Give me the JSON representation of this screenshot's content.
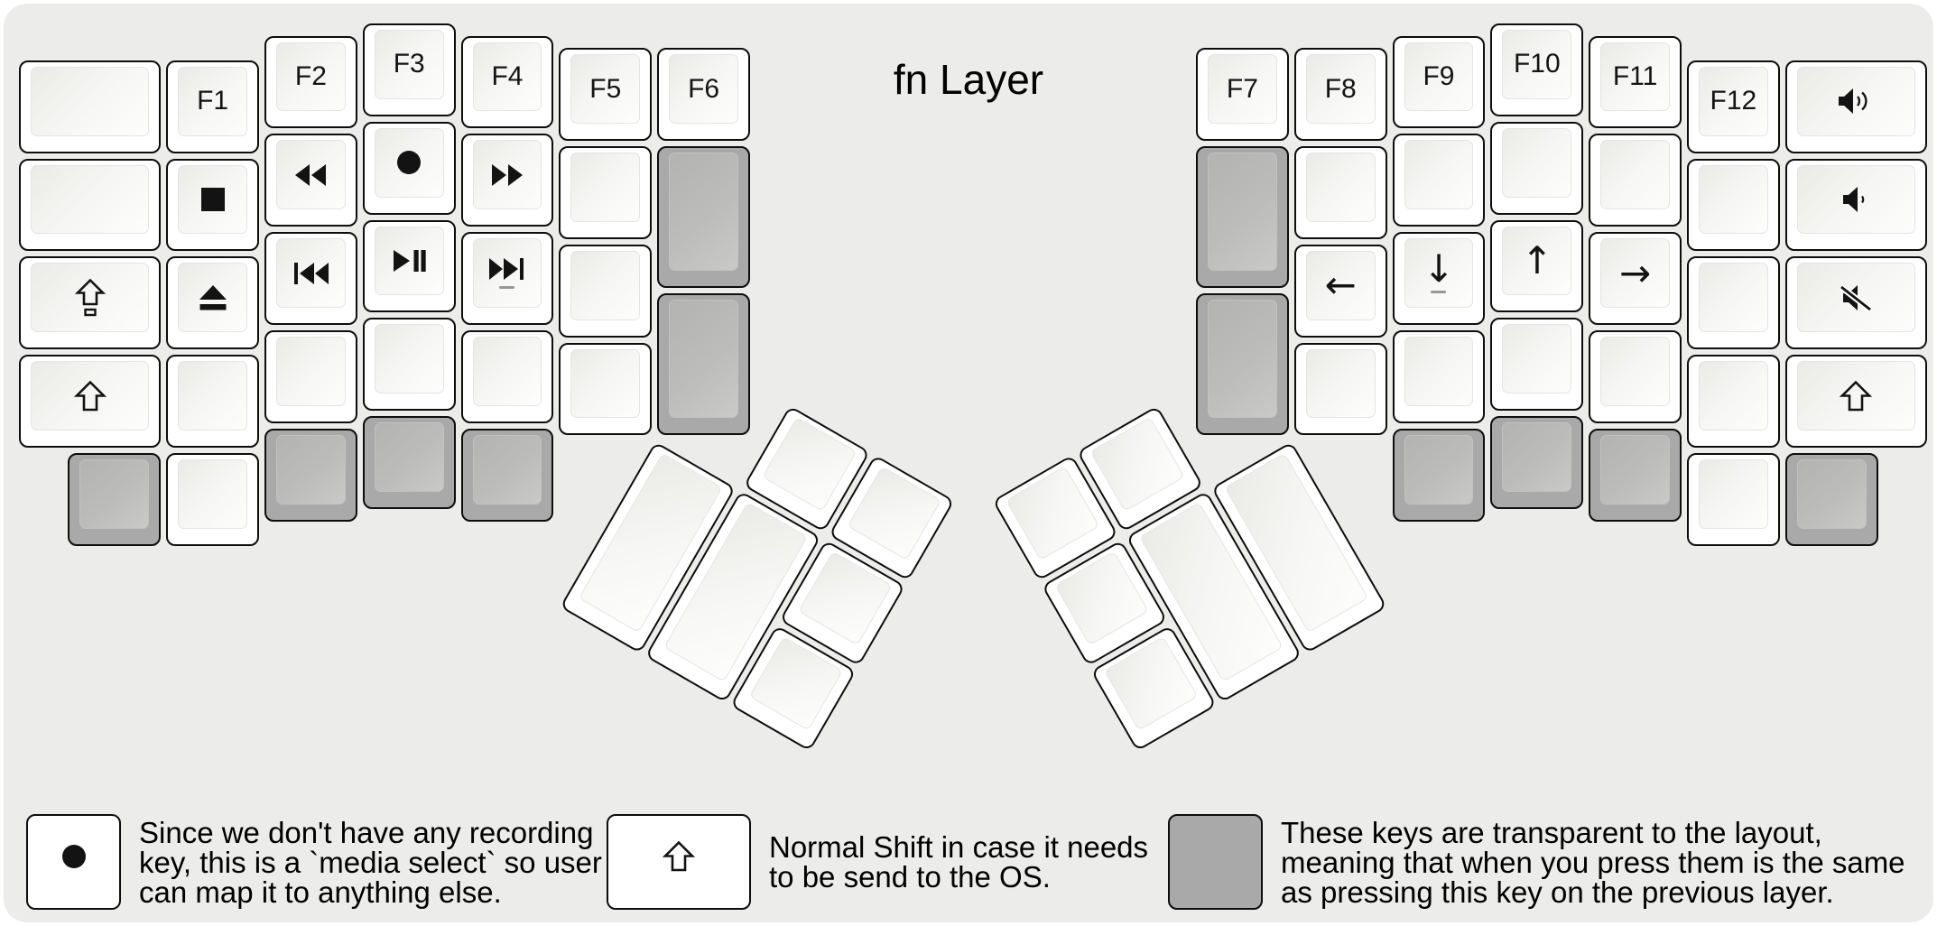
{
  "title": "fn Layer",
  "colors": {
    "canvas_background": "#ececeb",
    "key_white": "#ffffff",
    "key_transparent_gray": "#a9a9a9",
    "key_border": "#0d0d0d",
    "text": "#000000"
  },
  "keys": [
    {
      "id": "L00",
      "name": "key-blank",
      "color": "white"
    },
    {
      "id": "L01",
      "name": "key-blank",
      "color": "white"
    },
    {
      "id": "L02",
      "name": "key-caps-lock",
      "color": "white",
      "icon": "caps-lock-icon"
    },
    {
      "id": "L03",
      "name": "key-shift-left",
      "color": "white",
      "icon": "shift-icon"
    },
    {
      "id": "L10",
      "name": "key-f1",
      "color": "white",
      "label": "F1"
    },
    {
      "id": "L11",
      "name": "key-stop",
      "color": "white",
      "icon": "stop-icon"
    },
    {
      "id": "L12",
      "name": "key-eject",
      "color": "white",
      "icon": "eject-icon"
    },
    {
      "id": "L13",
      "name": "key-blank",
      "color": "white"
    },
    {
      "id": "L20",
      "name": "key-f2",
      "color": "white",
      "label": "F2"
    },
    {
      "id": "L21",
      "name": "key-rewind",
      "color": "white",
      "icon": "rewind-icon"
    },
    {
      "id": "L22",
      "name": "key-prev-track",
      "color": "white",
      "icon": "prev-track-icon"
    },
    {
      "id": "L23",
      "name": "key-blank",
      "color": "white"
    },
    {
      "id": "L30",
      "name": "key-f3",
      "color": "white",
      "label": "F3"
    },
    {
      "id": "L31",
      "name": "key-record",
      "color": "white",
      "icon": "record-icon"
    },
    {
      "id": "L32",
      "name": "key-play-pause",
      "color": "white",
      "icon": "play-pause-icon"
    },
    {
      "id": "L33",
      "name": "key-blank",
      "color": "white"
    },
    {
      "id": "L40",
      "name": "key-f4",
      "color": "white",
      "label": "F4"
    },
    {
      "id": "L41",
      "name": "key-fast-forward",
      "color": "white",
      "icon": "fast-forward-icon"
    },
    {
      "id": "L42",
      "name": "key-next-track",
      "color": "white",
      "icon": "next-track-icon",
      "homing": true
    },
    {
      "id": "L43",
      "name": "key-blank",
      "color": "white"
    },
    {
      "id": "L50",
      "name": "key-f5",
      "color": "white",
      "label": "F5"
    },
    {
      "id": "L51",
      "name": "key-blank",
      "color": "white"
    },
    {
      "id": "L52",
      "name": "key-blank",
      "color": "white"
    },
    {
      "id": "L53",
      "name": "key-blank",
      "color": "white"
    },
    {
      "id": "L60",
      "name": "key-f6",
      "color": "white",
      "label": "F6"
    },
    {
      "id": "L61",
      "name": "key-transparent",
      "color": "gray"
    },
    {
      "id": "L62",
      "name": "key-transparent",
      "color": "gray"
    },
    {
      "id": "LB0",
      "name": "key-transparent",
      "color": "gray"
    },
    {
      "id": "LB1",
      "name": "key-blank",
      "color": "white"
    },
    {
      "id": "LB2",
      "name": "key-transparent",
      "color": "gray"
    },
    {
      "id": "LB3",
      "name": "key-transparent",
      "color": "gray"
    },
    {
      "id": "LB4",
      "name": "key-transparent",
      "color": "gray"
    },
    {
      "id": "LT0",
      "name": "key-thumb-blank",
      "color": "white"
    },
    {
      "id": "LT1",
      "name": "key-thumb-blank",
      "color": "white"
    },
    {
      "id": "LT2",
      "name": "key-thumb-blank",
      "color": "white"
    },
    {
      "id": "LT3",
      "name": "key-thumb-blank",
      "color": "white"
    },
    {
      "id": "LT4",
      "name": "key-thumb-blank",
      "color": "white"
    },
    {
      "id": "LT5",
      "name": "key-thumb-blank",
      "color": "white"
    },
    {
      "id": "R00",
      "name": "key-f7",
      "color": "white",
      "label": "F7"
    },
    {
      "id": "R01",
      "name": "key-transparent",
      "color": "gray"
    },
    {
      "id": "R02",
      "name": "key-transparent",
      "color": "gray"
    },
    {
      "id": "R10",
      "name": "key-f8",
      "color": "white",
      "label": "F8"
    },
    {
      "id": "R11",
      "name": "key-blank",
      "color": "white"
    },
    {
      "id": "R12",
      "name": "key-arrow-left",
      "color": "white",
      "label": "←"
    },
    {
      "id": "R13",
      "name": "key-blank",
      "color": "white"
    },
    {
      "id": "R20",
      "name": "key-f9",
      "color": "white",
      "label": "F9"
    },
    {
      "id": "R21",
      "name": "key-blank",
      "color": "white"
    },
    {
      "id": "R22",
      "name": "key-arrow-down",
      "color": "white",
      "label": "↓",
      "homing": true
    },
    {
      "id": "R23",
      "name": "key-blank",
      "color": "white"
    },
    {
      "id": "R30",
      "name": "key-f10",
      "color": "white",
      "label": "F10"
    },
    {
      "id": "R31",
      "name": "key-blank",
      "color": "white"
    },
    {
      "id": "R32",
      "name": "key-arrow-up",
      "color": "white",
      "label": "↑"
    },
    {
      "id": "R33",
      "name": "key-blank",
      "color": "white"
    },
    {
      "id": "R40",
      "name": "key-f11",
      "color": "white",
      "label": "F11"
    },
    {
      "id": "R41",
      "name": "key-blank",
      "color": "white"
    },
    {
      "id": "R42",
      "name": "key-arrow-right",
      "color": "white",
      "label": "→"
    },
    {
      "id": "R43",
      "name": "key-blank",
      "color": "white"
    },
    {
      "id": "R50",
      "name": "key-f12",
      "color": "white",
      "label": "F12"
    },
    {
      "id": "R51",
      "name": "key-blank",
      "color": "white"
    },
    {
      "id": "R52",
      "name": "key-blank",
      "color": "white"
    },
    {
      "id": "R53",
      "name": "key-blank",
      "color": "white"
    },
    {
      "id": "R60",
      "name": "key-volume-up",
      "color": "white",
      "icon": "volume-up-icon"
    },
    {
      "id": "R61",
      "name": "key-volume-down",
      "color": "white",
      "icon": "volume-down-icon"
    },
    {
      "id": "R62",
      "name": "key-mute",
      "color": "white",
      "icon": "mute-icon"
    },
    {
      "id": "R63",
      "name": "key-shift-right",
      "color": "white",
      "icon": "shift-icon"
    },
    {
      "id": "RB0",
      "name": "key-transparent",
      "color": "gray"
    },
    {
      "id": "RB1",
      "name": "key-transparent",
      "color": "gray"
    },
    {
      "id": "RB2",
      "name": "key-transparent",
      "color": "gray"
    },
    {
      "id": "RB3",
      "name": "key-blank",
      "color": "white"
    },
    {
      "id": "RB4",
      "name": "key-transparent",
      "color": "gray"
    },
    {
      "id": "RT0",
      "name": "key-thumb-blank",
      "color": "white"
    },
    {
      "id": "RT1",
      "name": "key-thumb-blank",
      "color": "white"
    },
    {
      "id": "RT2",
      "name": "key-thumb-blank",
      "color": "white"
    },
    {
      "id": "RT3",
      "name": "key-thumb-blank",
      "color": "white"
    },
    {
      "id": "RT4",
      "name": "key-thumb-blank",
      "color": "white"
    },
    {
      "id": "RT5",
      "name": "key-thumb-blank",
      "color": "white"
    }
  ],
  "legend": {
    "items": [
      {
        "name": "legend-record",
        "key_icon": "record-icon",
        "key_color": "white",
        "text": "Since we don't have any recording\nkey, this is a `media select` so user\ncan map it to anything else."
      },
      {
        "name": "legend-shift",
        "key_icon": "shift-icon",
        "key_color": "white",
        "text": "Normal Shift in case it needs\nto be send to the OS."
      },
      {
        "name": "legend-transparent",
        "key_icon": null,
        "key_color": "gray",
        "text": "These keys are transparent to the layout,\nmeaning that when you press them is the same\nas pressing this key on the previous layer."
      }
    ]
  }
}
